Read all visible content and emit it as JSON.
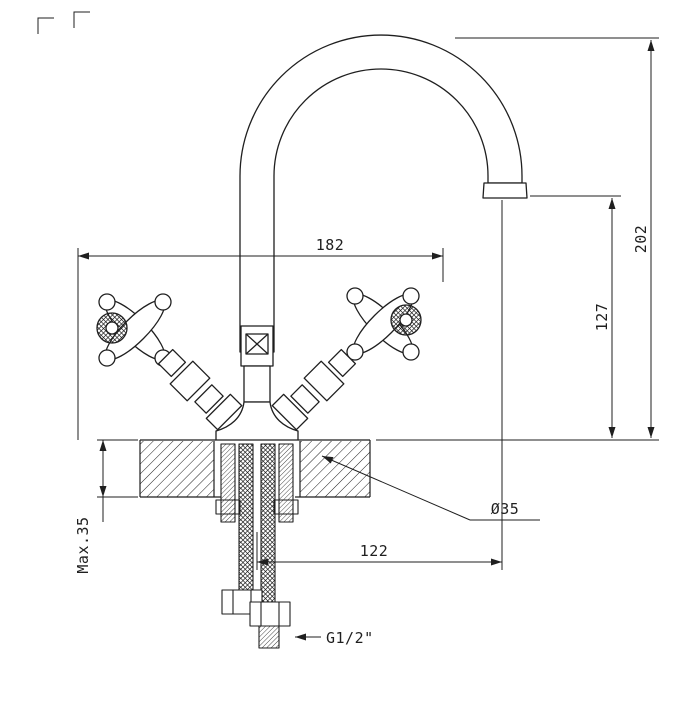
{
  "page": {
    "background": "#ffffff",
    "line_color": "#1f1f1f"
  },
  "drawing": {
    "type": "technical-drawing",
    "subject": "two-handle basin mixer faucet with gooseneck spout",
    "dimensions": {
      "spread_width": "182",
      "total_height": "202",
      "spout_outlet_height": "127",
      "max_mounting_thickness": "Max.35",
      "base_diameter": "Ø35",
      "spout_reach": "122",
      "connection_thread": "G1/2\""
    }
  }
}
